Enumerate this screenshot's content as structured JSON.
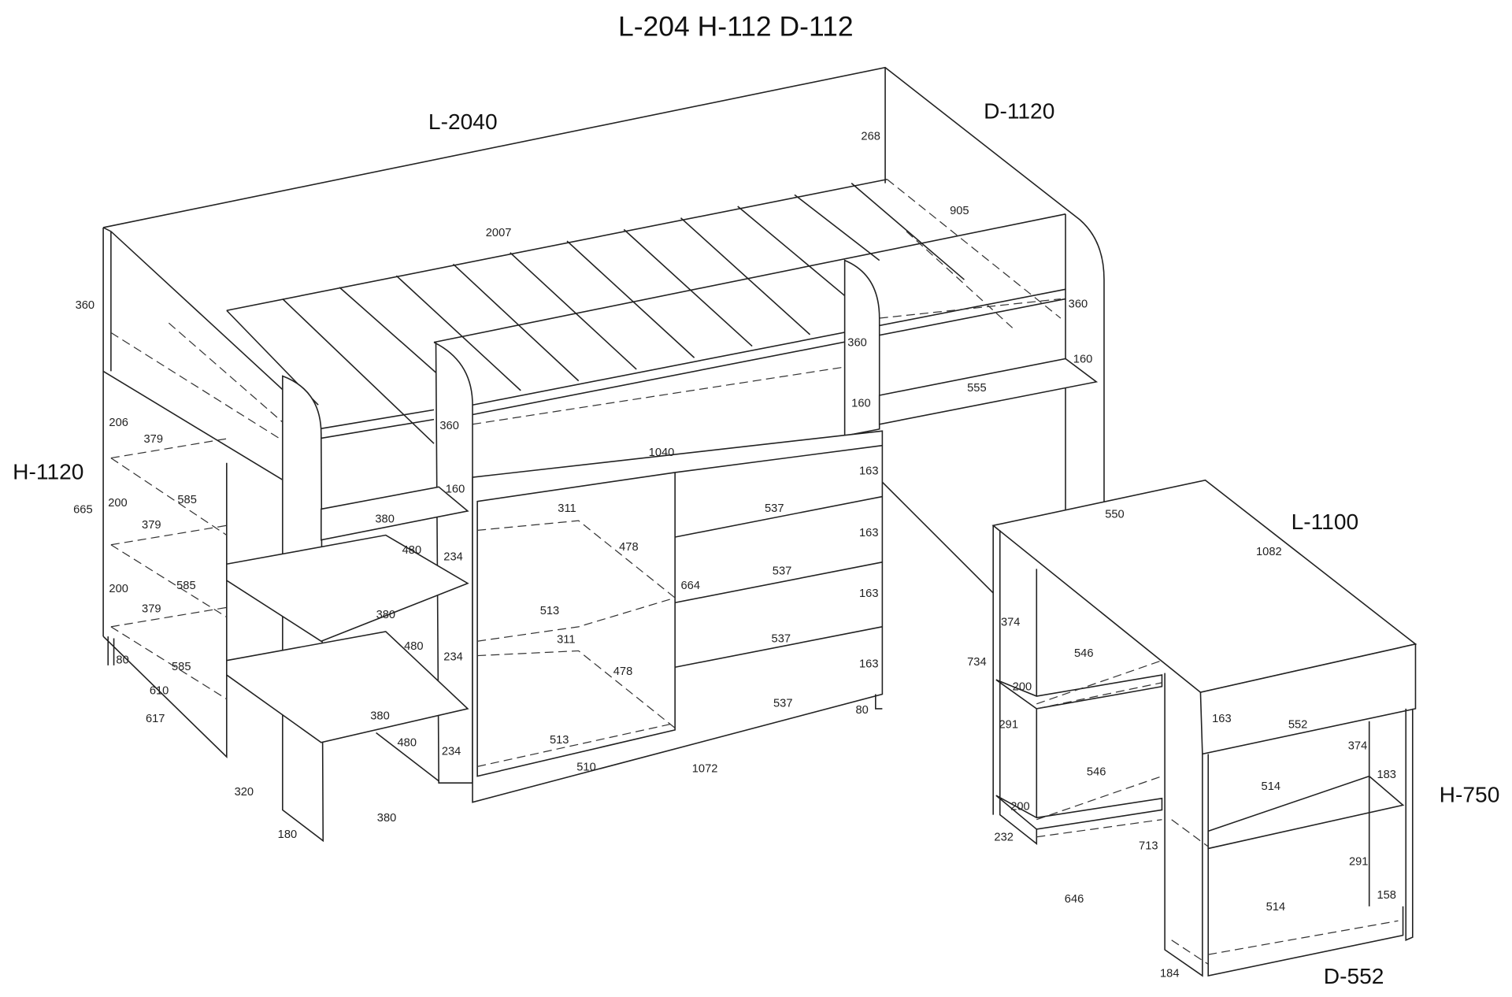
{
  "title": "L-204 H-112 D-112",
  "bed": {
    "length_label": "L-2040",
    "depth_label": "D-1120",
    "height_label": "H-1120",
    "dims": [
      "268",
      "905",
      "2007",
      "360",
      "360",
      "360",
      "160",
      "555",
      "160",
      "360",
      "206",
      "379",
      "1040",
      "163",
      "160",
      "665",
      "200",
      "585",
      "311",
      "537",
      "380",
      "379",
      "163",
      "478",
      "480",
      "234",
      "585",
      "200",
      "537",
      "664",
      "163",
      "379",
      "513",
      "380",
      "311",
      "537",
      "480",
      "234",
      "80",
      "585",
      "163",
      "478",
      "610",
      "537",
      "80",
      "617",
      "380",
      "513",
      "480",
      "234",
      "510",
      "1072",
      "320",
      "380",
      "180"
    ]
  },
  "desk": {
    "length_label": "L-1100",
    "height_label": "H-750",
    "depth_label": "D-552",
    "dims": [
      "550",
      "1082",
      "374",
      "546",
      "734",
      "200",
      "163",
      "552",
      "374",
      "291",
      "546",
      "183",
      "514",
      "200",
      "232",
      "713",
      "291",
      "646",
      "158",
      "514",
      "184"
    ]
  }
}
